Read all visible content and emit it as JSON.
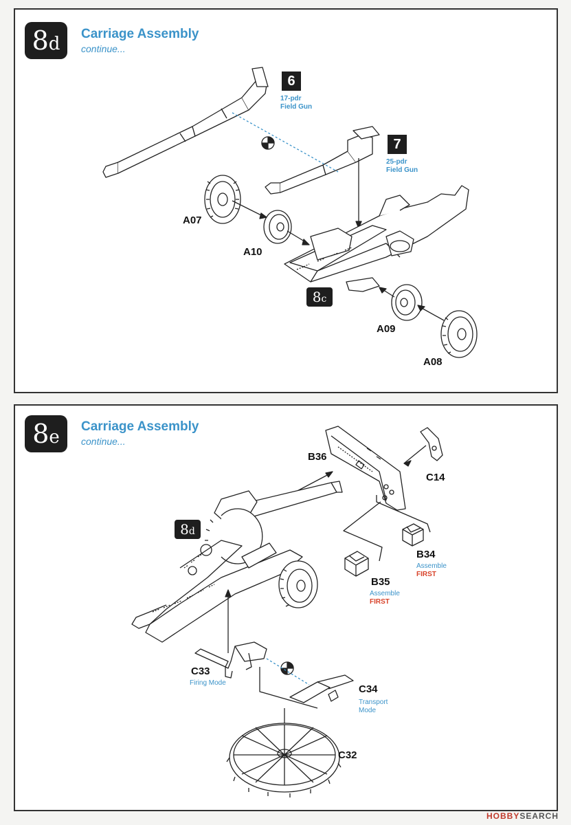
{
  "step_8d": {
    "badge_number": "8",
    "badge_letter": "d",
    "title": "Carriage Assembly",
    "subtitle": "continue...",
    "options": [
      {
        "number": "6",
        "line1": "17-pdr",
        "line2": "Field Gun"
      },
      {
        "number": "7",
        "line1": "25-pdr",
        "line2": "Field Gun"
      }
    ],
    "ref_number": "8",
    "ref_letter": "c",
    "parts": [
      "A07",
      "A10",
      "A09",
      "A08"
    ]
  },
  "step_8e": {
    "badge_number": "8",
    "badge_letter": "e",
    "title": "Carriage Assembly",
    "subtitle": "continue...",
    "ref_number": "8",
    "ref_letter": "d",
    "parts": {
      "b36": "B36",
      "c14": "C14",
      "b34": "B34",
      "b35": "B35",
      "c33": "C33",
      "c34": "C34",
      "c32": "C32"
    },
    "notes": {
      "b34_line1": "Assemble",
      "b34_line2": "FIRST",
      "b35_line1": "Assemble",
      "b35_line2": "FIRST",
      "c33_line1": "Firing Mode",
      "c34_line1": "Transport",
      "c34_line2": "Mode"
    }
  },
  "watermark": {
    "brand": "HOBBY",
    "suffix": "SEARCH"
  },
  "colors": {
    "accent_blue": "#3b93c9",
    "warning_red": "#d8432a",
    "badge_black": "#1e1e1e"
  }
}
